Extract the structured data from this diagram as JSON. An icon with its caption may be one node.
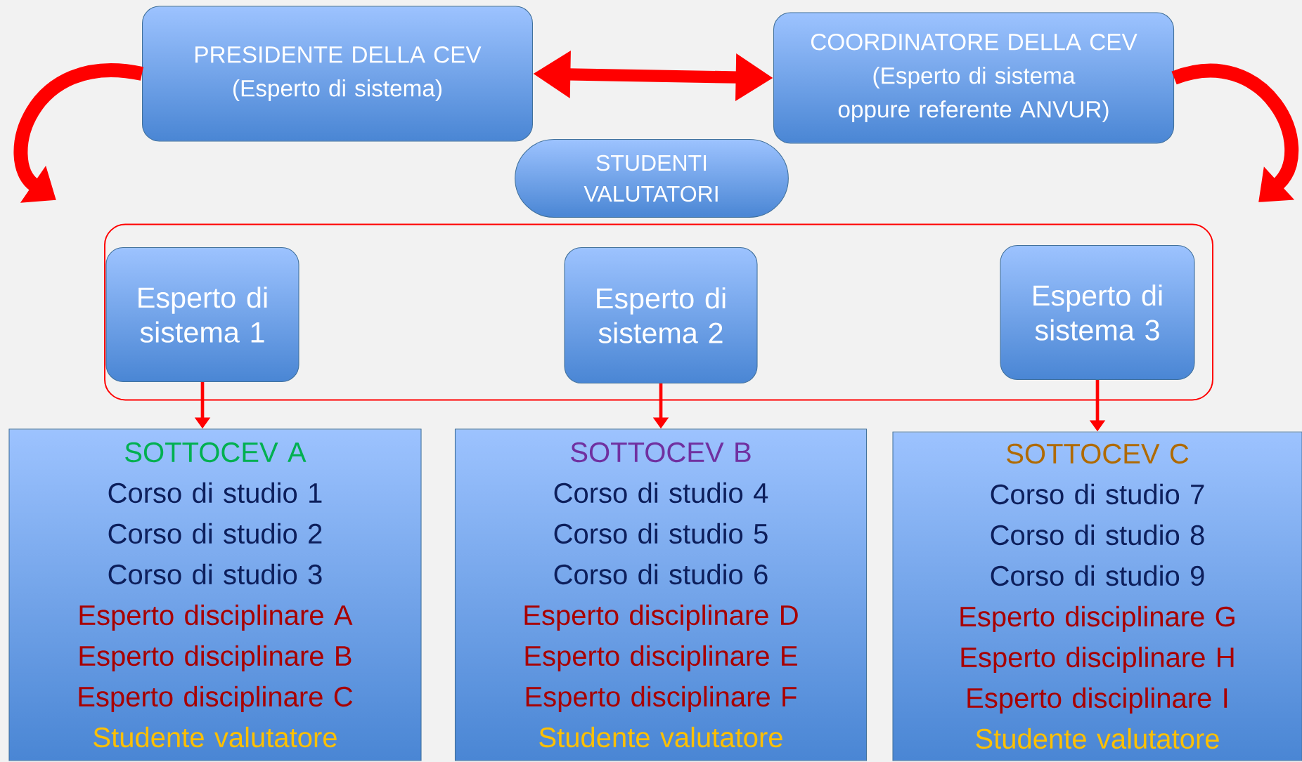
{
  "diagram": {
    "nodes": [
      {
        "text": [
          "PRESIDENTE DELLA CEV",
          "(Esperto di sistema)"
        ]
      },
      {
        "text": [
          "COORDINATORE DELLA CEV",
          "(Esperto di sistema oppure referente ANVUR)"
        ]
      },
      {
        "text": [
          "STUDENTI VALUTATORI"
        ]
      },
      {
        "text": [],
        "shape": "box"
      },
      {
        "text": [
          "Esperto di sistema 1"
        ],
        "in": 3
      },
      {
        "text": [
          "Esperto di sistema 2"
        ],
        "in": 3
      },
      {
        "text": [
          "Esperto di sistema 3"
        ],
        "in": 3
      },
      {
        "text": [
          "SOTTOCEV A",
          "Corso di studio 1",
          "Corso di studio 2",
          "Corso di studio 3",
          "Esperto disciplinare A",
          "Esperto disciplinare B",
          "Esperto disciplinare C",
          "Studente valutatore"
        ]
      },
      {
        "text": [
          "SOTTOCEV B",
          "Corso di studio 4",
          "Corso di studio 5",
          "Corso di studio 6",
          "Esperto disciplinare D",
          "Esperto disciplinare E",
          "Esperto disciplinare F",
          "Studente valutatore"
        ]
      },
      {
        "text": [
          "SOTTOCEV C",
          "Corso di studio 7",
          "Corso di studio 8",
          "Corso di studio 9",
          "Esperto disciplinare G",
          "Esperto disciplinare H",
          "Esperto disciplinare I",
          "Studente valutatore"
        ]
      }
    ],
    "edges": [
      {
        "from": 0,
        "to": 1,
        "arrow": "both",
        "style": "thick"
      },
      {
        "from": 0,
        "to": null,
        "arrow": "to",
        "style": "thick"
      },
      {
        "from": 1,
        "to": null,
        "arrow": "to",
        "style": "thick"
      },
      {
        "from": 4,
        "to": 7,
        "arrow": "to"
      },
      {
        "from": 5,
        "to": 8,
        "arrow": "to"
      },
      {
        "from": 6,
        "to": 9,
        "arrow": "to"
      }
    ]
  }
}
